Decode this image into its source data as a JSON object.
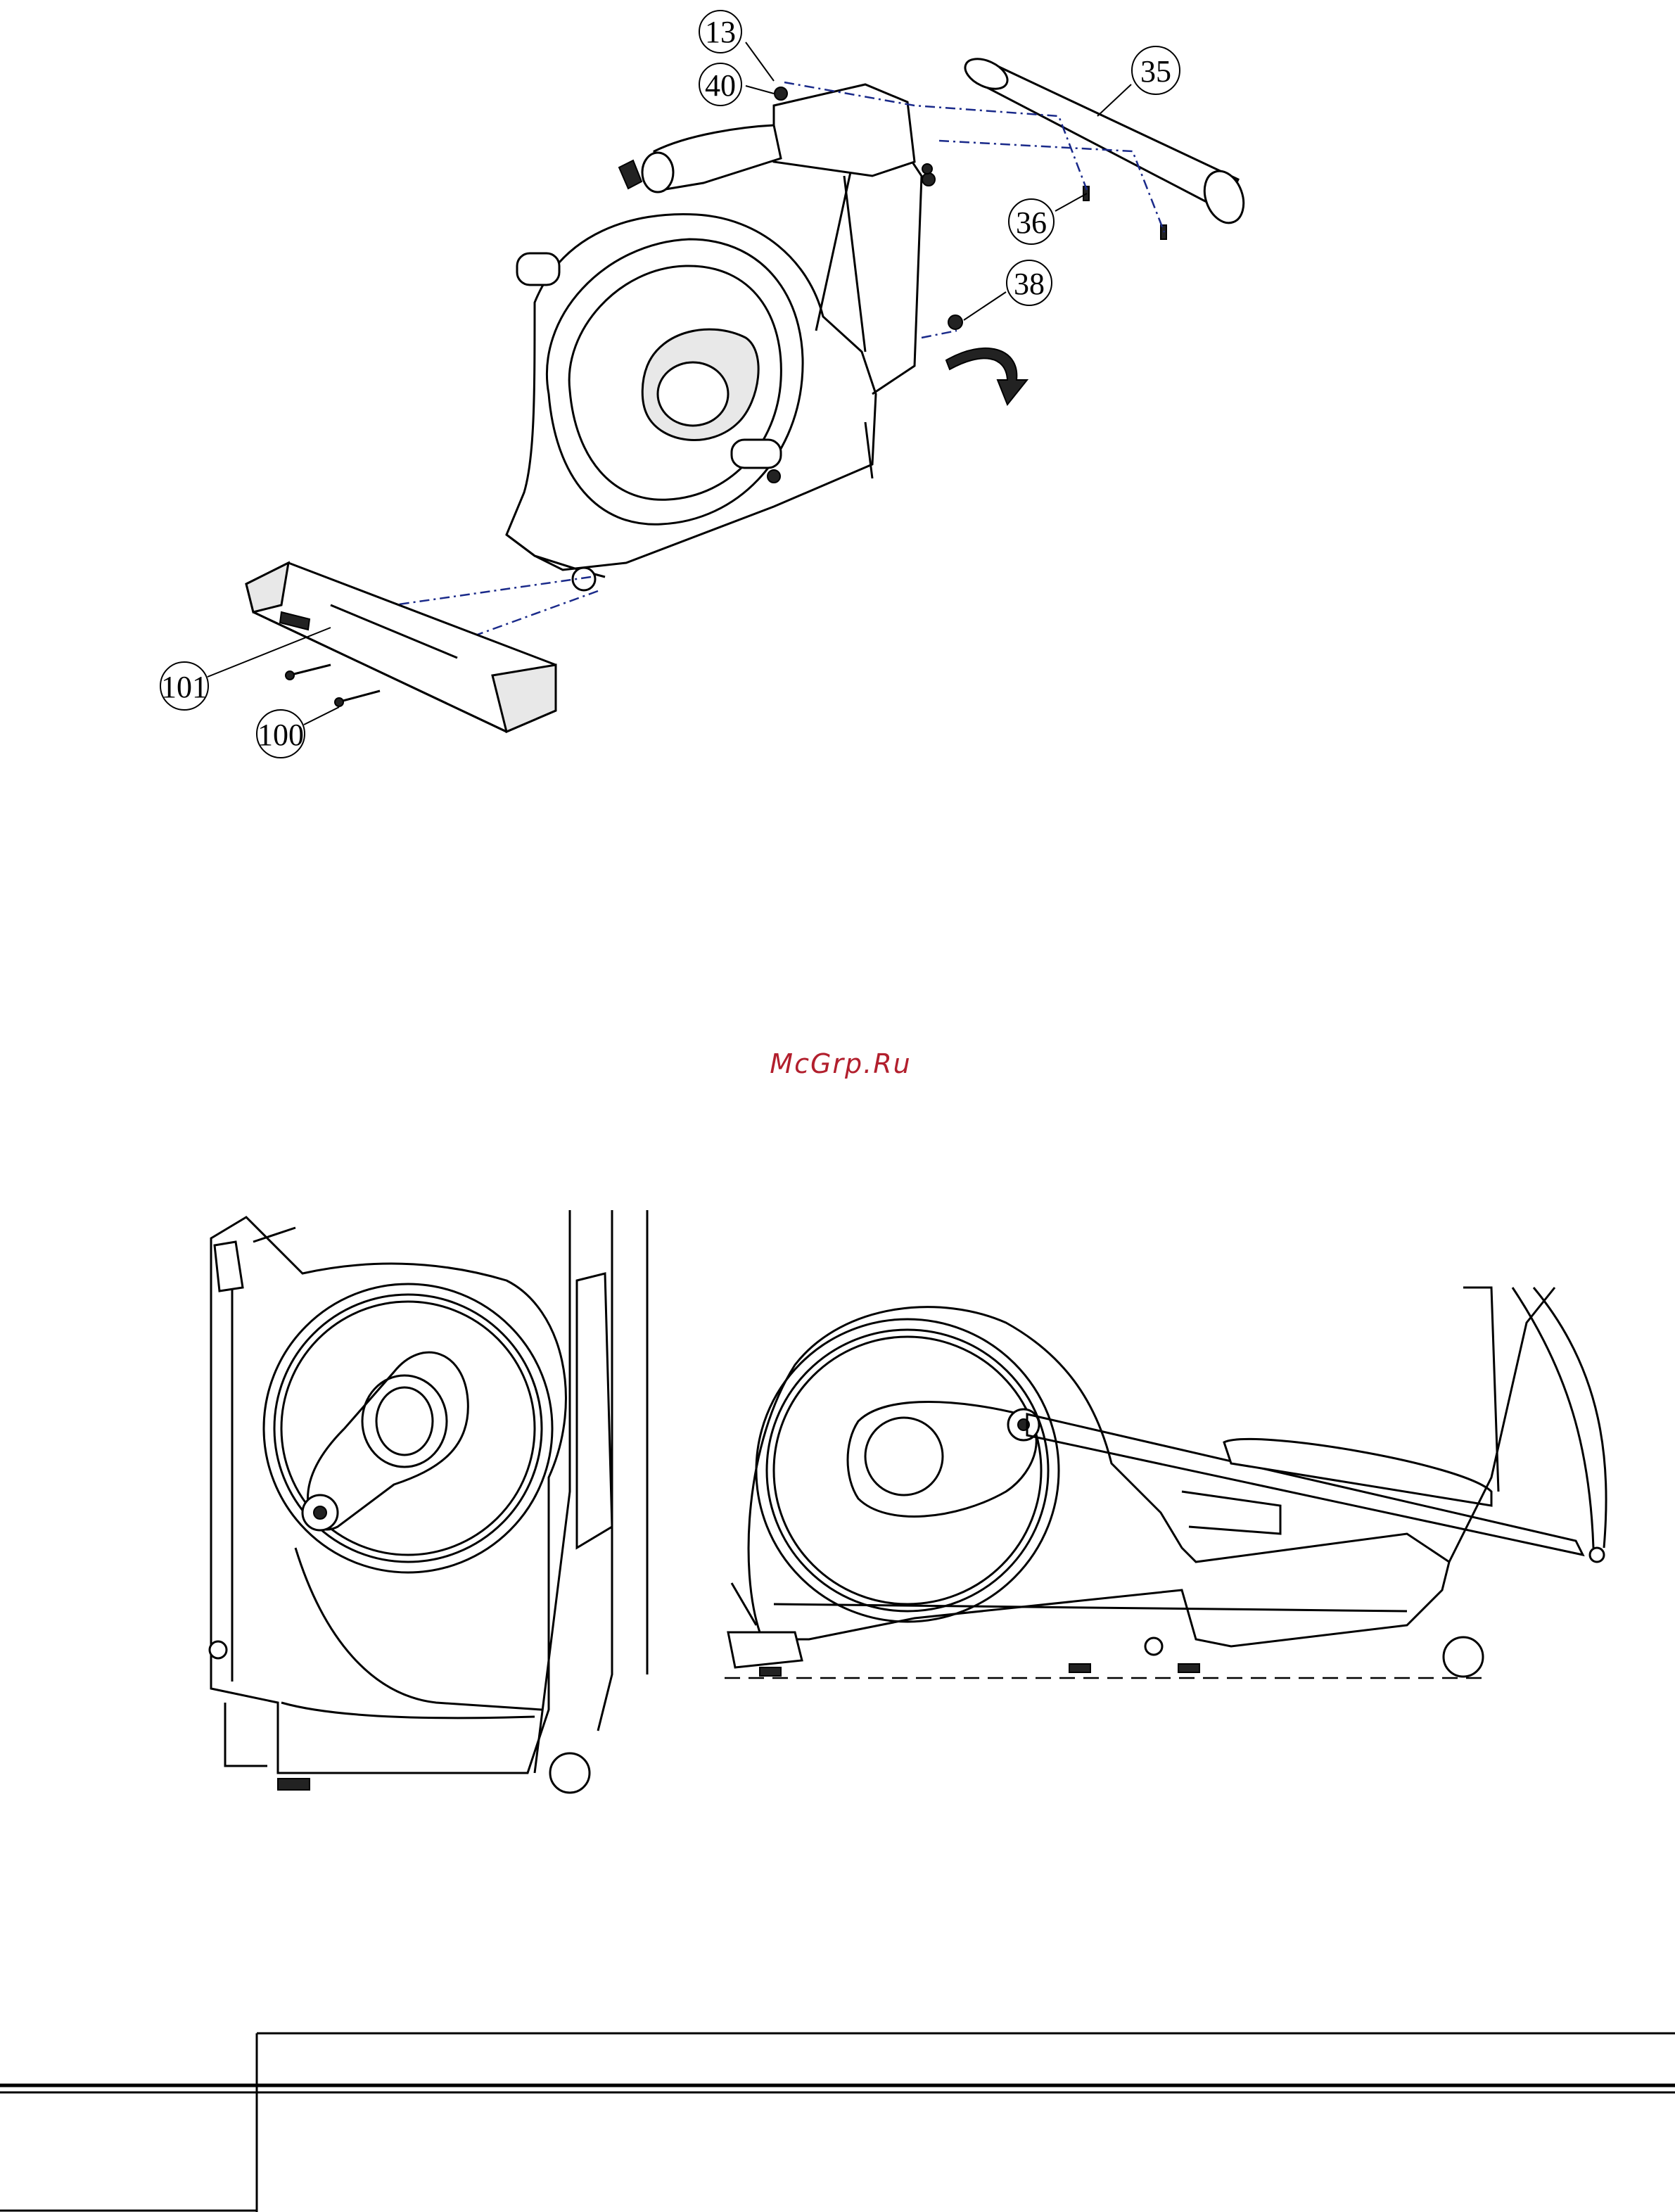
{
  "watermark": {
    "text": "McGrp.Ru",
    "color": "#b21f2d"
  },
  "callouts": [
    {
      "id": "c13",
      "label": "13"
    },
    {
      "id": "c40",
      "label": "40"
    },
    {
      "id": "c35",
      "label": "35"
    },
    {
      "id": "c36",
      "label": "36"
    },
    {
      "id": "c38",
      "label": "38"
    },
    {
      "id": "c101",
      "label": "101"
    },
    {
      "id": "c100",
      "label": "100"
    }
  ],
  "icons": {
    "rotation_arrow": "curved-arrow-icon"
  },
  "footer_table": {
    "cells": [
      "",
      "",
      "",
      ""
    ]
  }
}
